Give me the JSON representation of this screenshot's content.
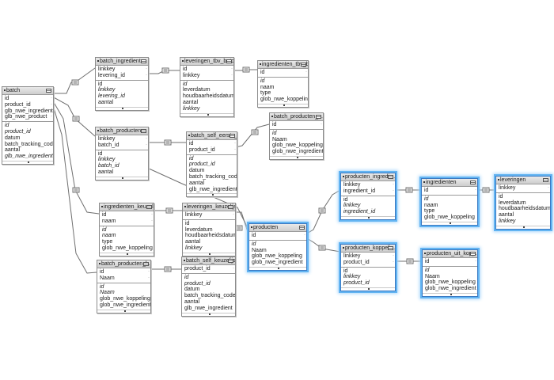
{
  "tables": {
    "batch": {
      "title": "batch",
      "keys": [
        "id",
        "product_id",
        "glb_nwe_ingredient",
        "glb_nwe_product"
      ],
      "fields": [
        [
          "id",
          true
        ],
        [
          "product_id",
          true
        ],
        [
          "datum",
          false
        ],
        [
          "batch_tracking_code",
          false
        ],
        [
          "aantal",
          false
        ],
        [
          "glb_nwe_ingredient",
          true
        ]
      ]
    },
    "batch_ingredienten": {
      "title": "batch_ingredienten",
      "keys": [
        "linkkey",
        "levering_id"
      ],
      "fields": [
        [
          "id",
          false
        ],
        [
          "linkkey",
          true
        ],
        [
          "levering_id",
          true
        ],
        [
          "aantal",
          false
        ]
      ]
    },
    "leveringen_tbv_batch": {
      "title": "leveringen_tbv_batch",
      "keys": [
        "id",
        "linkkey"
      ],
      "fields": [
        [
          "id",
          true
        ],
        [
          "leverdatum",
          false
        ],
        [
          "houdbaarheidsdatum",
          false
        ],
        [
          "aantal",
          false
        ],
        [
          "linkkey",
          true
        ]
      ]
    },
    "ingredienten_tbv_b": {
      "title": "ingredienten_tbv_b...",
      "keys": [
        "id"
      ],
      "fields": [
        [
          "id",
          true
        ],
        [
          "naam",
          false
        ],
        [
          "type",
          false
        ],
        [
          "glob_nwe_koppeling",
          false
        ]
      ]
    },
    "batch_producten": {
      "title": "batch_producten",
      "keys": [
        "linkkey",
        "batch_id"
      ],
      "fields": [
        [
          "id",
          false
        ],
        [
          "linkkey",
          true
        ],
        [
          "batch_id",
          true
        ],
        [
          "aantal",
          false
        ]
      ]
    },
    "batch_self_eerste": {
      "title": "batch_self_eerste_...",
      "keys": [
        "id",
        "product_id"
      ],
      "fields": [
        [
          "id",
          true
        ],
        [
          "product_id",
          true
        ],
        [
          "datum",
          false
        ],
        [
          "batch_tracking_code",
          false
        ],
        [
          "aantal",
          false
        ],
        [
          "glb_nwe_ingredient",
          false
        ]
      ]
    },
    "batch_producten_a": {
      "title": "batch_producten_a...",
      "keys": [
        "id"
      ],
      "fields": [
        [
          "id",
          true
        ],
        [
          "Naam",
          false
        ],
        [
          "glob_nwe_koppeling",
          false
        ],
        [
          "glob_nwe_ingredient",
          false
        ]
      ]
    },
    "ingredienten_keuzel": {
      "title": "ingredienten_keuzel...",
      "keys": [
        "id",
        "naam"
      ],
      "fields": [
        [
          "id",
          true
        ],
        [
          "naam",
          true
        ],
        [
          "type",
          false
        ],
        [
          "glob_nwe_koppeling",
          false
        ]
      ]
    },
    "leveringen_keuzelijs": {
      "title": "leveringen_keuzelijs...",
      "keys": [
        "linkkey"
      ],
      "fields": [
        [
          "id",
          false
        ],
        [
          "leverdatum",
          false
        ],
        [
          "houdbaarheidsdatum",
          false
        ],
        [
          "aantal",
          false
        ],
        [
          "linkkey",
          true
        ]
      ]
    },
    "batch_producten_k": {
      "title": "batch_producten_k...",
      "keys": [
        "id",
        "Naam"
      ],
      "fields": [
        [
          "id",
          true
        ],
        [
          "Naam",
          true
        ],
        [
          "glob_nwe_koppeling",
          false
        ],
        [
          "glob_nwe_ingredient",
          false
        ]
      ]
    },
    "batch_self_keuzelijst": {
      "title": "batch_self_keuzelijst",
      "keys": [
        "product_id"
      ],
      "fields": [
        [
          "id",
          true
        ],
        [
          "product_id",
          true
        ],
        [
          "datum",
          false
        ],
        [
          "batch_tracking_code",
          false
        ],
        [
          "aantal",
          false
        ],
        [
          "glb_nwe_ingredient",
          false
        ]
      ]
    },
    "producten": {
      "title": "producten",
      "keys": [
        "id"
      ],
      "fields": [
        [
          "id",
          true
        ],
        [
          "Naam",
          false
        ],
        [
          "glob_nwe_koppeling",
          false
        ],
        [
          "glob_nwe_ingredient",
          false
        ]
      ]
    },
    "producten_ingredie": {
      "title": "producten_ingredie...",
      "keys": [
        "linkkey",
        "ingredient_id"
      ],
      "fields": [
        [
          "id",
          false
        ],
        [
          "linkkey",
          true
        ],
        [
          "ingredient_id",
          true
        ]
      ]
    },
    "ingredienten": {
      "title": "ingredienten",
      "keys": [
        "id"
      ],
      "fields": [
        [
          "id",
          true
        ],
        [
          "naam",
          false
        ],
        [
          "type",
          false
        ],
        [
          "glob_nwe_koppeling",
          false
        ]
      ]
    },
    "leveringen": {
      "title": "leveringen",
      "keys": [
        "linkkey"
      ],
      "fields": [
        [
          "id",
          false
        ],
        [
          "leverdatum",
          false
        ],
        [
          "houdbaarheidsdatum",
          false
        ],
        [
          "aantal",
          false
        ],
        [
          "linkkey",
          true
        ]
      ]
    },
    "producten_koppelin": {
      "title": "producten_koppelin...",
      "keys": [
        "linkkey",
        "product_id"
      ],
      "fields": [
        [
          "id",
          false
        ],
        [
          "linkkey",
          true
        ],
        [
          "product_id",
          true
        ]
      ]
    },
    "producten_uit_kopp": {
      "title": "producten_uit_kopp...",
      "keys": [
        "id"
      ],
      "fields": [
        [
          "id",
          true
        ],
        [
          "Naam",
          false
        ],
        [
          "glob_nwe_koppeling",
          false
        ],
        [
          "glob_nwe_ingredient",
          false
        ]
      ]
    }
  }
}
